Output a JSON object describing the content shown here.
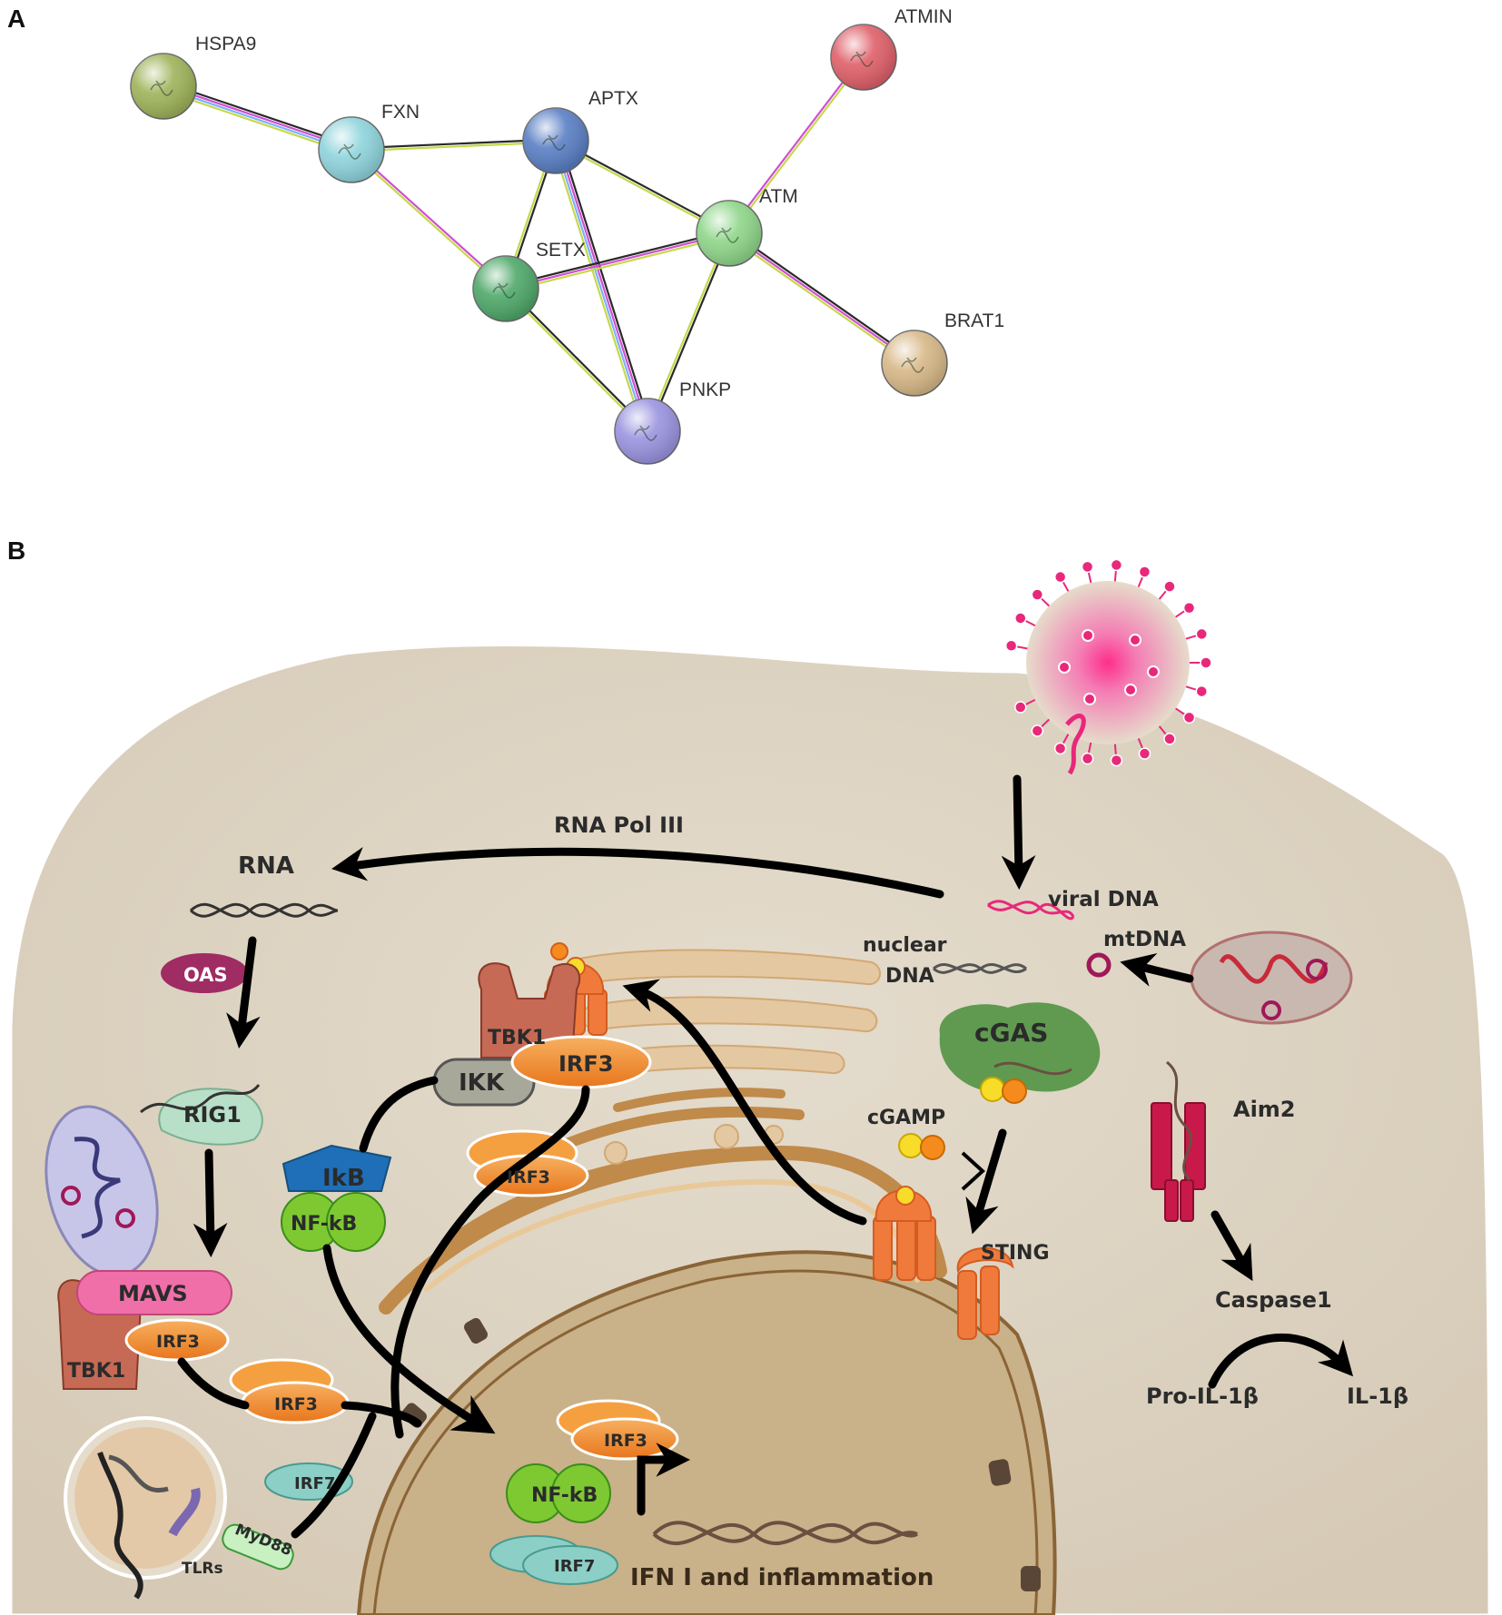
{
  "panel_a": {
    "letter": "A",
    "nodes": [
      {
        "id": "HSPA9",
        "label": "HSPA9",
        "color": "#9fb35a"
      },
      {
        "id": "FXN",
        "label": "FXN",
        "color": "#8fd4dc"
      },
      {
        "id": "APTX",
        "label": "APTX",
        "color": "#5a7fc4"
      },
      {
        "id": "ATMIN",
        "label": "ATMIN",
        "color": "#e0606a"
      },
      {
        "id": "ATM",
        "label": "ATM",
        "color": "#8fd68a"
      },
      {
        "id": "SETX",
        "label": "SETX",
        "color": "#4fa86a"
      },
      {
        "id": "BRAT1",
        "label": "BRAT1",
        "color": "#d8b888"
      },
      {
        "id": "PNKP",
        "label": "PNKP",
        "color": "#9a94e0"
      }
    ],
    "edges": [
      {
        "source": "HSPA9",
        "target": "FXN",
        "evidence": [
          "#2a2a2a",
          "#d04fd0",
          "#7ab0ff",
          "#c6d84a"
        ]
      },
      {
        "source": "FXN",
        "target": "APTX",
        "evidence": [
          "#2a2a2a",
          "#c6d84a"
        ]
      },
      {
        "source": "FXN",
        "target": "SETX",
        "evidence": [
          "#d04fd0",
          "#c6d84a"
        ]
      },
      {
        "source": "APTX",
        "target": "SETX",
        "evidence": [
          "#2a2a2a",
          "#c6d84a"
        ]
      },
      {
        "source": "APTX",
        "target": "ATM",
        "evidence": [
          "#2a2a2a",
          "#c6d84a"
        ]
      },
      {
        "source": "APTX",
        "target": "PNKP",
        "evidence": [
          "#2a2a2a",
          "#d04fd0",
          "#7ab0ff",
          "#c6d84a"
        ]
      },
      {
        "source": "SETX",
        "target": "ATM",
        "evidence": [
          "#2a2a2a",
          "#d04fd0",
          "#c6d84a"
        ]
      },
      {
        "source": "SETX",
        "target": "PNKP",
        "evidence": [
          "#2a2a2a",
          "#c6d84a"
        ]
      },
      {
        "source": "ATM",
        "target": "PNKP",
        "evidence": [
          "#2a2a2a",
          "#c6d84a"
        ]
      },
      {
        "source": "ATM",
        "target": "ATMIN",
        "evidence": [
          "#d04fd0",
          "#c6d84a"
        ]
      },
      {
        "source": "ATM",
        "target": "BRAT1",
        "evidence": [
          "#2a2a2a",
          "#d04fd0",
          "#c6d84a"
        ]
      }
    ]
  },
  "panel_b": {
    "letter": "B",
    "labels": {
      "rna_pol_iii": "RNA Pol III",
      "rna": "RNA",
      "viral_dna": "viral DNA",
      "nuclear": "nuclear",
      "dna": "DNA",
      "mtdna": "mtDNA",
      "oas": "OAS",
      "rig1": "RIG1",
      "tbk1_top": "TBK1",
      "irf3_top": "IRF3",
      "ikk": "IKK",
      "cgas": "cGAS",
      "cgamp": "cGAMP",
      "aim2": "Aim2",
      "ikb": "IkB",
      "nfkb_cyto": "NF-kB",
      "irf3_mid": "IRF3",
      "sting": "STING",
      "caspase1": "Caspase1",
      "mavs": "MAVS",
      "irf3_mavs": "IRF3",
      "tbk1_mavs": "TBK1",
      "irf3_low": "IRF3",
      "pro_il1b": "Pro-IL-1β",
      "il1b": "IL-1β",
      "irf3_nuc": "IRF3",
      "irf7_cyto": "IRF7",
      "nfkb_nuc": "NF-kB",
      "myd88": "MyD88",
      "tlrs": "TLRs",
      "irf7_nuc": "IRF7",
      "ifn": "IFN I and inflammation"
    },
    "colors": {
      "cell": "#dfd5c5",
      "nucleus": "#c8b08c",
      "irf3": "#f08a28",
      "nfkb": "#7ec932",
      "irf7": "#8ccfc6",
      "mavs": "#f06fa8",
      "oas": "#a02c64",
      "cgas": "#5f9a50",
      "sting": "#f07a3c",
      "tbk1": "#c66a55",
      "aim2": "#c8194a",
      "ikb": "#1f6fb8",
      "ikk": "#a8a89a",
      "virus": "#e8287a"
    }
  }
}
